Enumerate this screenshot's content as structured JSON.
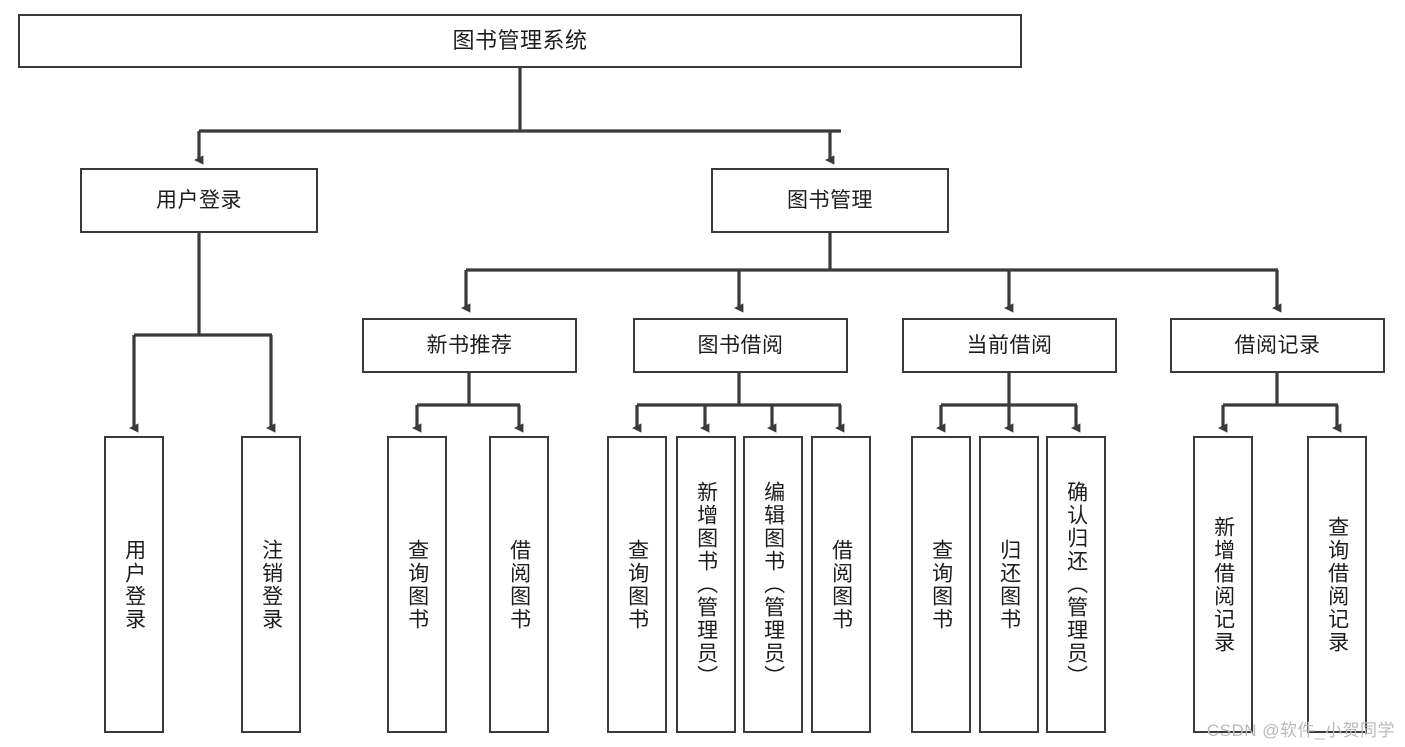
{
  "diagram": {
    "title": "图书管理系统",
    "type": "tree-hierarchy",
    "orientation": "top-down",
    "stroke_color": "#3a3a3a",
    "fill_color": "#ffffff",
    "text_color": "#1d1d1d"
  },
  "watermark": {
    "text": "CSDN @软件_小贺同学",
    "color": "#b9b9b9"
  },
  "nodes": {
    "root": {
      "label": "图书管理系统"
    },
    "level2": [
      {
        "label": "用户登录"
      },
      {
        "label": "图书管理"
      }
    ],
    "level3": [
      {
        "label": "新书推荐"
      },
      {
        "label": "图书借阅"
      },
      {
        "label": "当前借阅"
      },
      {
        "label": "借阅记录"
      }
    ],
    "leaves": {
      "user_login": [
        {
          "label": "用户登录"
        },
        {
          "label": "注销登录"
        }
      ],
      "new_book_recommend": [
        {
          "label": "查询图书"
        },
        {
          "label": "借阅图书"
        }
      ],
      "book_borrow": [
        {
          "label": "查询图书"
        },
        {
          "label": "新增图书（管理员）"
        },
        {
          "label": "编辑图书（管理员）"
        },
        {
          "label": "借阅图书"
        }
      ],
      "current_borrow": [
        {
          "label": "查询图书"
        },
        {
          "label": "归还图书"
        },
        {
          "label": "确认归还（管理员）"
        }
      ],
      "borrow_record": [
        {
          "label": "新增借阅记录"
        },
        {
          "label": "查询借阅记录"
        }
      ]
    }
  }
}
